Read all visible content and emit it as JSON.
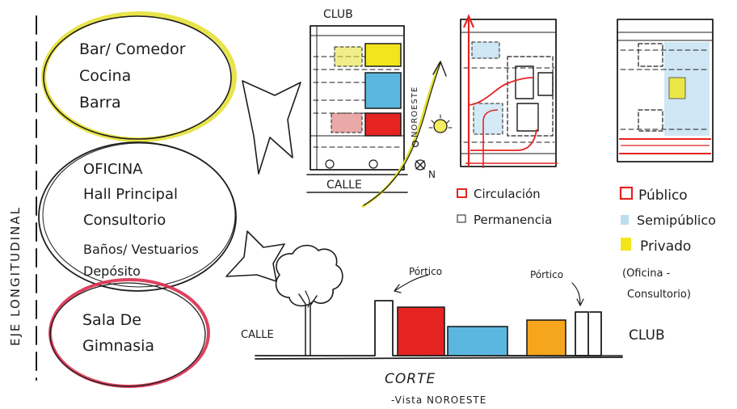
{
  "colors": {
    "ink": "#1d1d1d",
    "yellow": "#e4df2c",
    "yellow_fill": "#f2e51b",
    "blue": "#5cb7e0",
    "red": "#e52421",
    "orange": "#f6a61c",
    "crimson": "#d92d4c",
    "paper": "#ffffff"
  },
  "groups": [
    {
      "items": [
        "Bar/ Comedor",
        "Cocina",
        "Barra"
      ],
      "outline": "yellow"
    },
    {
      "items": [
        "OFICINA",
        "Hall Principal",
        "Consultorio",
        "Baños/ Vestuarios",
        "Depósito"
      ],
      "outline": "ink"
    },
    {
      "items": [
        "Sala De",
        "Gimnasia"
      ],
      "outline": "crimson"
    }
  ],
  "axis_label": "EJE LONGITUDINAL",
  "plan": {
    "top_label": "CLUB",
    "bottom_label": "CALLE",
    "direction_label": "NOROESTE",
    "north_label": "N"
  },
  "legend_circulation": [
    {
      "label": "Circulación",
      "color": "red"
    },
    {
      "label": "Permanencia",
      "color": "ink"
    }
  ],
  "legend_privacy": [
    {
      "label": "Público",
      "color": "red"
    },
    {
      "label": "Semipúblico",
      "color": "blue"
    },
    {
      "label": "Privado",
      "color": "yellow"
    }
  ],
  "privacy_note": [
    "(Oficina -",
    "Consultorio)"
  ],
  "section": {
    "left_label": "CALLE",
    "right_label": "CLUB",
    "portico_left": "Pórtico",
    "portico_right": "Pórtico",
    "title": "CORTE",
    "subtitle": "-Vista NOROESTE"
  }
}
